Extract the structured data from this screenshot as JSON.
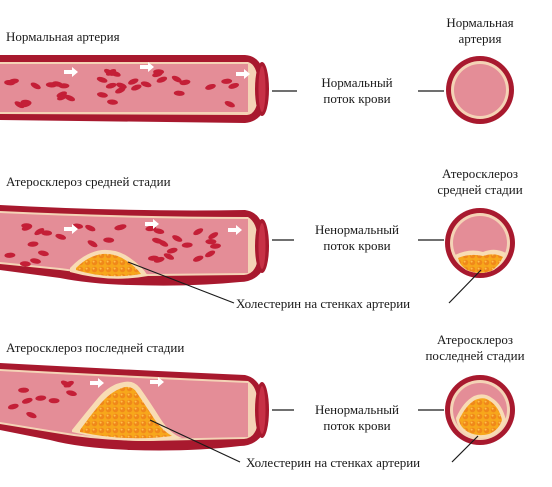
{
  "rows": [
    {
      "title": "Нормальная артерия",
      "flow_label": [
        "Нормальный",
        "поток крови"
      ],
      "cross_label": [
        "Нормальная",
        "артерия"
      ],
      "plaque_label": "",
      "stage": "normal"
    },
    {
      "title": "Атеросклероз средней стадии",
      "flow_label": [
        "Ненормальный",
        "поток крови"
      ],
      "cross_label": [
        "Атеросклероз",
        "средней стадии"
      ],
      "plaque_label": "Холестерин на стенках артерии",
      "stage": "middle"
    },
    {
      "title": "Атеросклероз последней стадии",
      "flow_label": [
        "Ненормальный",
        "поток крови"
      ],
      "cross_label": [
        "Атеросклероз",
        "последней стадии"
      ],
      "plaque_label": "Холестерин на стенках артерии",
      "stage": "late"
    }
  ],
  "colors": {
    "wall": "#a8192e",
    "lumen": "#e48d97",
    "inner_lining": "#f4d3b6",
    "blood_cell": "#c41f37",
    "plaque": "#f7a71b",
    "plaque_dots": "#f0881a",
    "plaque_border": "#f8dcb4",
    "arrow": "#ffffff"
  },
  "icons": [
    "blood-cell-icon",
    "flow-arrow-icon",
    "cholesterol-icon"
  ]
}
